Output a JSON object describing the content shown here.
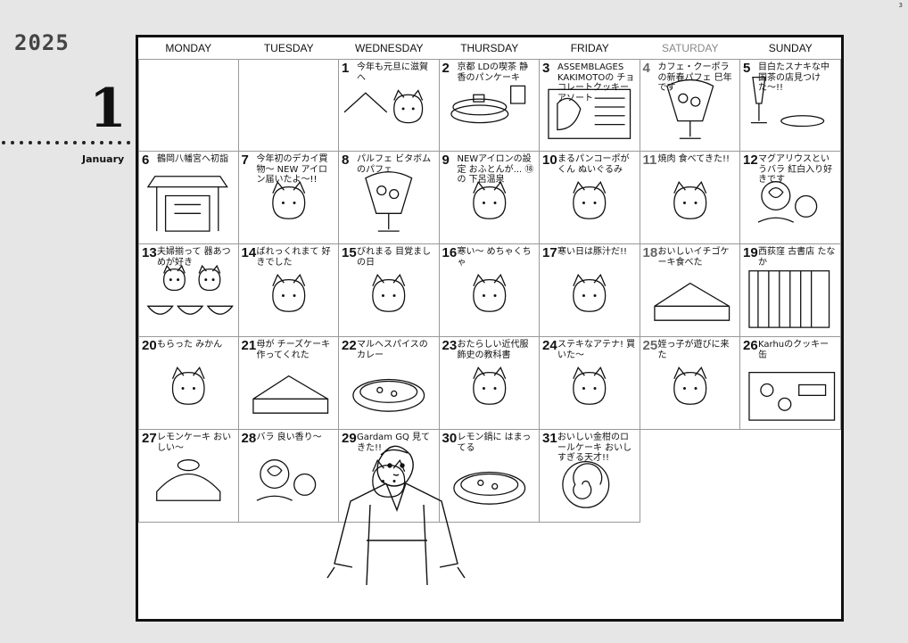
{
  "corner_page": "3",
  "year": "2025",
  "month_number": "1",
  "month_name": "January",
  "weekdays": [
    "MONDAY",
    "TUESDAY",
    "WEDNESDAY",
    "THURSDAY",
    "FRIDAY",
    "SATURDAY",
    "SUNDAY"
  ],
  "weekday_colors": {
    "normal": "#111111",
    "saturday": "#888888"
  },
  "days": [
    {
      "day": "1",
      "note": "今年も元旦に滋賀へ",
      "sketch": "mountain-cat"
    },
    {
      "day": "2",
      "note": "京都 LDの喫茶 静香のパンケーキ",
      "sketch": "pancake"
    },
    {
      "day": "3",
      "note": "ASSEMBLAGES KAKIMOTOの チョコレートクッキーアソート",
      "sketch": "chocolate-box"
    },
    {
      "day": "4",
      "note": "カフェ・クーポラの新春パフェ 巳年です",
      "sketch": "parfait"
    },
    {
      "day": "5",
      "note": "目白たスナキな中国茶の店見つけた〜!!",
      "sketch": "tea-glass"
    },
    {
      "day": "6",
      "note": "鶴岡八幡宮へ初詣",
      "sketch": "shrine"
    },
    {
      "day": "7",
      "note": "今年初のデカイ買物〜 NEW アイロン届いたよ〜!!",
      "sketch": "cat-iron"
    },
    {
      "day": "8",
      "note": "パルフェ ビタボムのパフェ",
      "sketch": "tall-parfait"
    },
    {
      "day": "9",
      "note": "NEWアイロンの設定 おふとんが... ⑱の 下呂温泉",
      "sketch": "cat-phone"
    },
    {
      "day": "10",
      "note": "まるパンコーポが くん ぬいぐるみ",
      "sketch": "plush"
    },
    {
      "day": "11",
      "note": "焼肉 食べてきた!!",
      "sketch": "yakiniku"
    },
    {
      "day": "12",
      "note": "マグアリウスというバラ 紅白入り好きです",
      "sketch": "rose"
    },
    {
      "day": "13",
      "note": "夫婦揃って 器あつめが好き",
      "sketch": "bowls"
    },
    {
      "day": "14",
      "note": "ばれっくれまて 好きでした",
      "sketch": "character"
    },
    {
      "day": "15",
      "note": "びれまる 目覚ましの日",
      "sketch": "big-cat"
    },
    {
      "day": "16",
      "note": "寒い〜 めちゃくちゃ",
      "sketch": "cat-scarf"
    },
    {
      "day": "17",
      "note": "寒い日は豚汁だ!!",
      "sketch": "cat-cooking"
    },
    {
      "day": "18",
      "note": "おいしいイチゴケーキ食べた",
      "sketch": "cake"
    },
    {
      "day": "19",
      "note": "西荻窪 古書店 たなか",
      "sketch": "bookshelf"
    },
    {
      "day": "20",
      "note": "もらった みかん",
      "sketch": "cat-fruit"
    },
    {
      "day": "21",
      "note": "母が チーズケーキ作ってくれた",
      "sketch": "cheesecake"
    },
    {
      "day": "22",
      "note": "マルヘスパイスのカレー",
      "sketch": "curry"
    },
    {
      "day": "23",
      "note": "おたらしい近代服飾史の教科書",
      "sketch": "books-cat"
    },
    {
      "day": "24",
      "note": "ステキなアテナ! 買いた〜",
      "sketch": "cat-shelf"
    },
    {
      "day": "25",
      "note": "姪っ子が遊びに来た",
      "sketch": "girl-wind"
    },
    {
      "day": "26",
      "note": "Karhuのクッキー缶",
      "sketch": "cookie-tin"
    },
    {
      "day": "27",
      "note": "レモンケーキ おいしい〜",
      "sketch": "lemon-cake"
    },
    {
      "day": "28",
      "note": "バラ 良い香り〜",
      "sketch": "roses"
    },
    {
      "day": "29",
      "note": "Gardam GQ 見てきた!!",
      "sketch": "boy"
    },
    {
      "day": "30",
      "note": "レモン鍋に はまってる",
      "sketch": "hotpot"
    },
    {
      "day": "31",
      "note": "おいしい金柑のロールケーキ おいしすぎる天才!!",
      "sketch": "roll-cake"
    }
  ],
  "icons": [
    "dotted-divider-icon"
  ]
}
